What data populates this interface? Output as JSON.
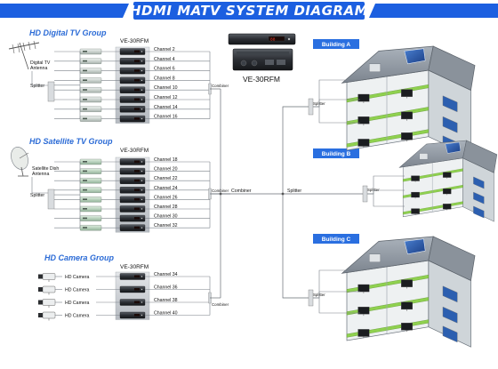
{
  "title": "HDMI MATV SYSTEM DIAGRAM",
  "model": "VE-30RFM",
  "groups": {
    "digital": {
      "title": "HD Digital TV Group",
      "model_label": "VE-30RFM",
      "source_label_1": "Digital TV",
      "source_label_2": "Antenna",
      "splitter_label": "Splitter",
      "combiner_label": "Combiner",
      "channels": [
        "Channel 2",
        "Channel 4",
        "Channel 6",
        "Channel 8",
        "Channel 10",
        "Channel 12",
        "Channel 14",
        "Channel 16"
      ]
    },
    "satellite": {
      "title": "HD Satellite TV Group",
      "model_label": "VE-30RFM",
      "source_label_1": "Satellite Dish",
      "source_label_2": "Antenna",
      "splitter_label": "Splitter",
      "combiner_label": "Combiner",
      "channels": [
        "Channel 18",
        "Channel 20",
        "Channel 22",
        "Channel 24",
        "Channel 26",
        "Channel 28",
        "Channel 30",
        "Channel 32"
      ]
    },
    "camera": {
      "title": "HD Camera Group",
      "model_label": "VE-30RFM",
      "combiner_label": "Combiner",
      "cameras": [
        "HD Camera",
        "HD Camera",
        "HD Camera",
        "HD Camera"
      ],
      "channels": [
        "Channel 34",
        "Channel 36",
        "Channel 38",
        "Channel 40"
      ]
    }
  },
  "main": {
    "combiner_label": "Combiner",
    "splitter_label": "Splitter"
  },
  "buildings": [
    {
      "label": "Building A",
      "splitter_label": "Splitter"
    },
    {
      "label": "Building B",
      "splitter_label": "Splitter"
    },
    {
      "label": "Building C",
      "splitter_label": "Splitter"
    }
  ],
  "colors": {
    "title_bg": "#1c5fe0",
    "group_title": "#2b6bd6",
    "building_label_bg": "#2a6fe0",
    "house_roof": "#9aa3ad",
    "house_wall": "#dfe3e6",
    "floor_green": "#8fd14f",
    "window_blue": "#2c5fb0"
  }
}
